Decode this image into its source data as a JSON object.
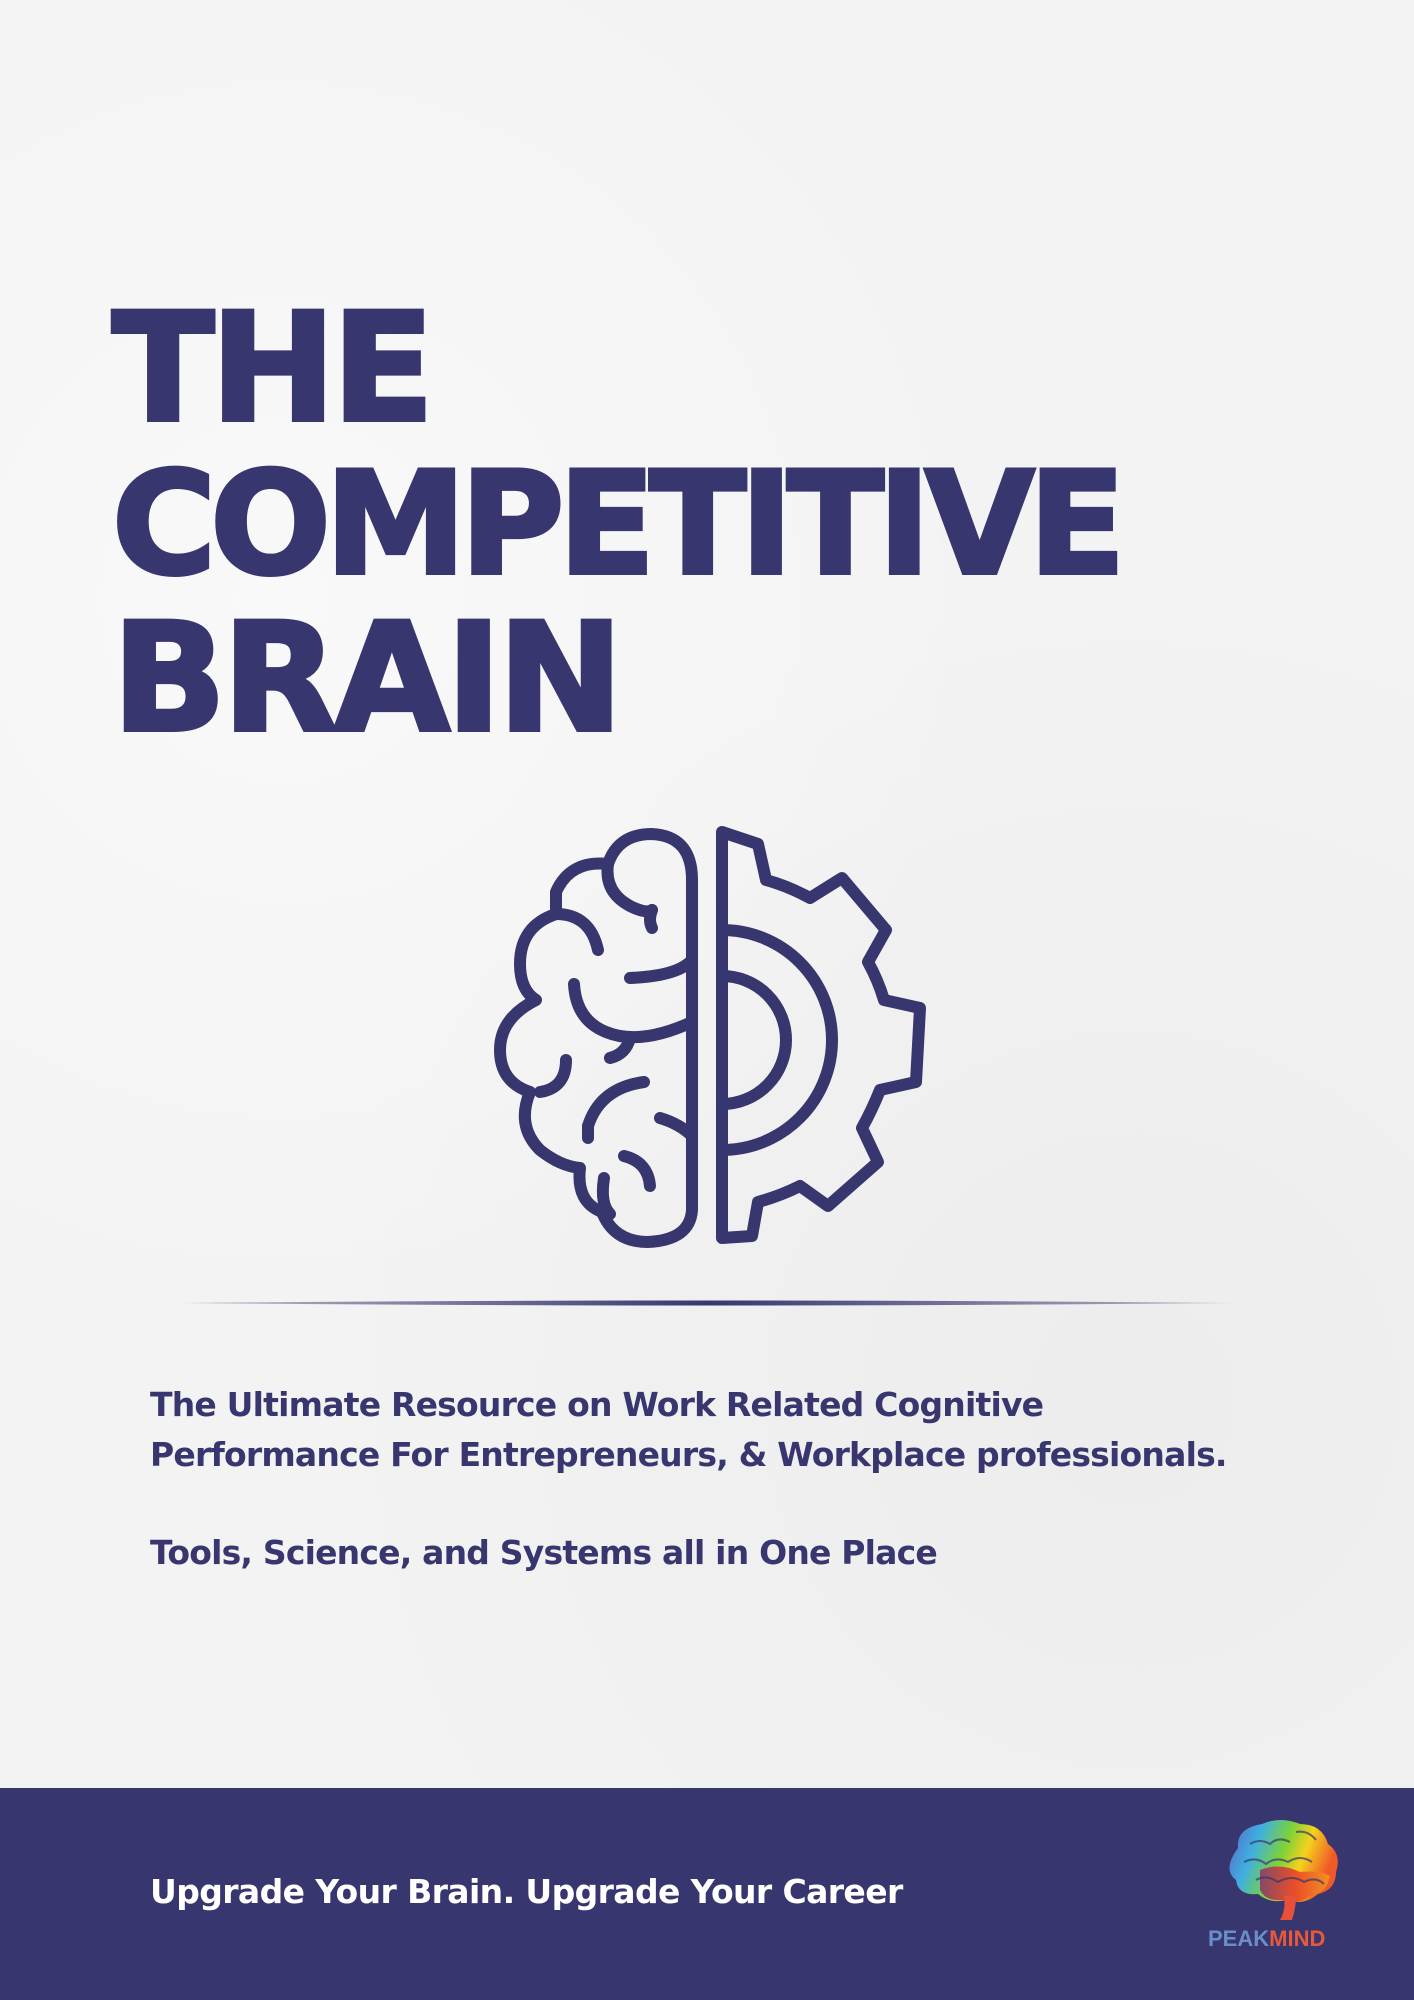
{
  "cover": {
    "title_lines": [
      "THE",
      "COMPETITIVE",
      "BRAIN"
    ],
    "icon": "brain-gear-icon",
    "subtitle_lines": [
      "The Ultimate Resource on Work Related Cognitive",
      "Performance For Entrepreneurs, & Workplace professionals."
    ],
    "tagline": "Tools, Science, and Systems all in One Place"
  },
  "footer": {
    "slogan": "Upgrade Your Brain. Upgrade Your Career",
    "logo": {
      "icon": "colorful-brain-icon",
      "word1": "PEAK",
      "word2": "MIND"
    }
  },
  "colors": {
    "primary": "#38366f",
    "background": "#f3f3f3",
    "footer_text": "#ffffff",
    "logo_peak": "#6a8ec9",
    "logo_mind": "#e8593a"
  }
}
